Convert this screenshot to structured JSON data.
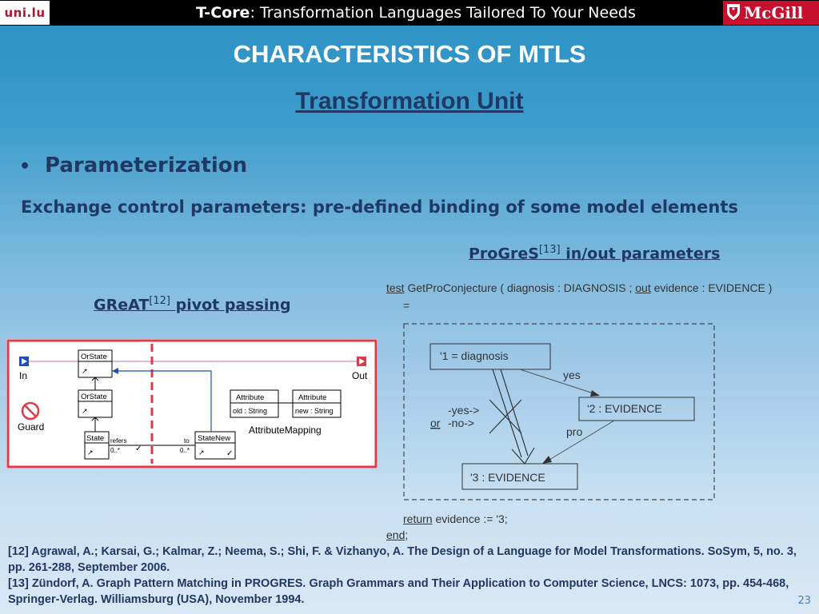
{
  "header": {
    "logo_left": "uni.lu",
    "title_bold": "T-Core",
    "title_rest": ": Transformation Languages Tailored To Your Needs",
    "logo_right": "McGill"
  },
  "slide": {
    "title": "CHARACTERISTICS OF MTLS",
    "subtitle": "Transformation Unit",
    "bullet": "Parameterization",
    "description": "Exchange control parameters: pre-defined binding of some model elements"
  },
  "great": {
    "label": "GReAT",
    "ref": "[12]",
    "label_rest": "pivot passing",
    "diagram": {
      "in": "In",
      "out": "Out",
      "guard": "Guard",
      "orstate1": "OrState",
      "orstate2": "OrState",
      "state": "State",
      "statenew": "StateNew",
      "refers": "refers",
      "to": "to",
      "mult1": "0..*",
      "mult2": "0..*",
      "attr1_name": "Attribute",
      "attr1_field": "old : String",
      "attr2_name": "Attribute",
      "attr2_field": "new : String",
      "mapping": "AttributeMapping"
    }
  },
  "progres": {
    "label": "ProGreS",
    "ref": "[13]",
    "label_rest": "in/out parameters",
    "kw_test": "test",
    "header_mid": " GetProConjecture ( diagnosis : DIAGNOSIS ; ",
    "kw_out": "out",
    "header_end": " evidence : EVIDENCE )",
    "eq": "=",
    "node1": "'1    = diagnosis",
    "node2": "'2    : EVIDENCE",
    "node3": "'3    : EVIDENCE",
    "yes_label": "yes",
    "pro_label": "pro",
    "yes_arrow": "-yes->",
    "or_kw": "or",
    "no_arrow": "-no->",
    "kw_return": "return",
    "return_rest": " evidence := '3;",
    "kw_end": "end",
    "end_rest": ";"
  },
  "references": [
    "[12] Agrawal, A.; Karsai, G.; Kalmar, Z.; Neema, S.; Shi, F. & Vizhanyo, A. The Design of a Language for Model Transformations. SoSym, 5, no. 3, pp. 261-288, September 2006.",
    "[13] Zündorf, A. Graph Pattern Matching in PROGRES. Graph Grammars and Their Application to Computer Science, LNCS: 1073, pp. 454-468, Springer-Verlag. Williamsburg (USA), November 1994."
  ],
  "page_number": "23",
  "colors": {
    "heading_blue": "#1f3864",
    "mcgill_red": "#c8102e",
    "great_frame": "#e03a4a"
  }
}
